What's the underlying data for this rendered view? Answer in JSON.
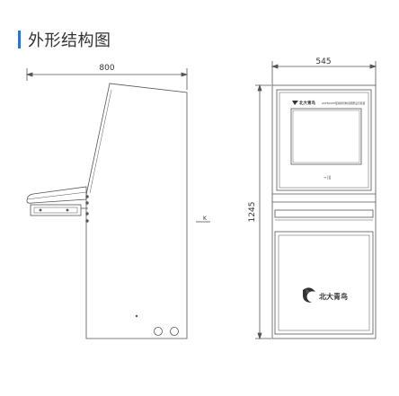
{
  "section": {
    "title": "外形结构图"
  },
  "colors": {
    "accent": "#2f6fd6",
    "line": "#555555"
  },
  "dimensions": {
    "side_width": "800",
    "front_width": "545",
    "height": "1245",
    "mark": "K"
  },
  "front_panel": {
    "logo_text": "北大青鸟",
    "screen_caption": "GST5000H型消防控制室图形显示装置",
    "screen_controls": "→      |||",
    "cabinet_brand": "北大青鸟"
  }
}
